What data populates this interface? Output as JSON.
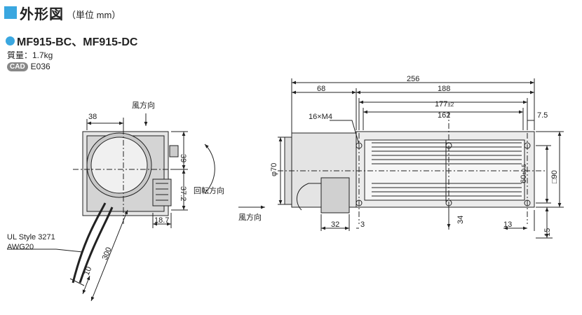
{
  "header": {
    "title": "外形図",
    "unit": "（単位 mm）",
    "accent": "#3aa7e0"
  },
  "model": {
    "name": "MF915-BC、MF915-DC"
  },
  "mass": {
    "text": "質量：1.7kg"
  },
  "cad": {
    "badge": "CAD",
    "code": "E036"
  },
  "front_view": {
    "air_direction": "風方向",
    "rotation": "回転方向",
    "dim_top": "38",
    "dim_right_top": "39",
    "dim_right_bottom": "37.2",
    "dim_bottom": "18.7",
    "cable_label_1": "UL Style 3271",
    "cable_label_2": "AWG20",
    "cable_len": "300",
    "cable_strip": "10"
  },
  "side_view": {
    "air_direction": "風方向",
    "total": "256",
    "left": "68",
    "mid": "188",
    "d177": "177",
    "tol177": "±2",
    "d162": "162",
    "d75": "7.5",
    "holes": "16×M4",
    "phi": "φ70",
    "h60": "60",
    "tol60": "±0.5",
    "box90": "□90",
    "d32": "32",
    "d3": "3",
    "d34": "34",
    "d13": "13",
    "d15": "15"
  }
}
